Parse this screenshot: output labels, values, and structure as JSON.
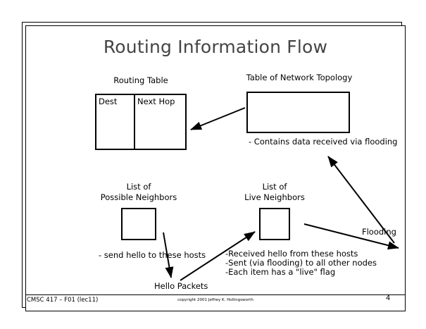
{
  "slide": {
    "title": "Routing Information Flow",
    "page_number": "4",
    "footer_left": "CMSC 417 – F01  (lec11)",
    "footer_center": "copyright 2001  Jeffrey K. Hollingsworth"
  },
  "routing_table": {
    "caption": "Routing Table",
    "columns": [
      "Dest",
      "Next Hop"
    ]
  },
  "topology_table": {
    "caption": "Table of  Network Topology",
    "note": "- Contains data received via flooding"
  },
  "possible_neighbors": {
    "caption_line1": "List of",
    "caption_line2": "Possible Neighbors",
    "note": "- send hello to these hosts"
  },
  "live_neighbors": {
    "caption_line1": "List of",
    "caption_line2": "Live Neighbors",
    "notes": [
      "-Received hello from these hosts",
      "-Sent (via flooding) to all other nodes",
      "-Each item has a \"live\" flag"
    ]
  },
  "labels": {
    "hello_packets": "Hello Packets",
    "flooding": "Flooding"
  },
  "colors": {
    "title": "#444444",
    "ink": "#000000",
    "paper": "#ffffff"
  }
}
